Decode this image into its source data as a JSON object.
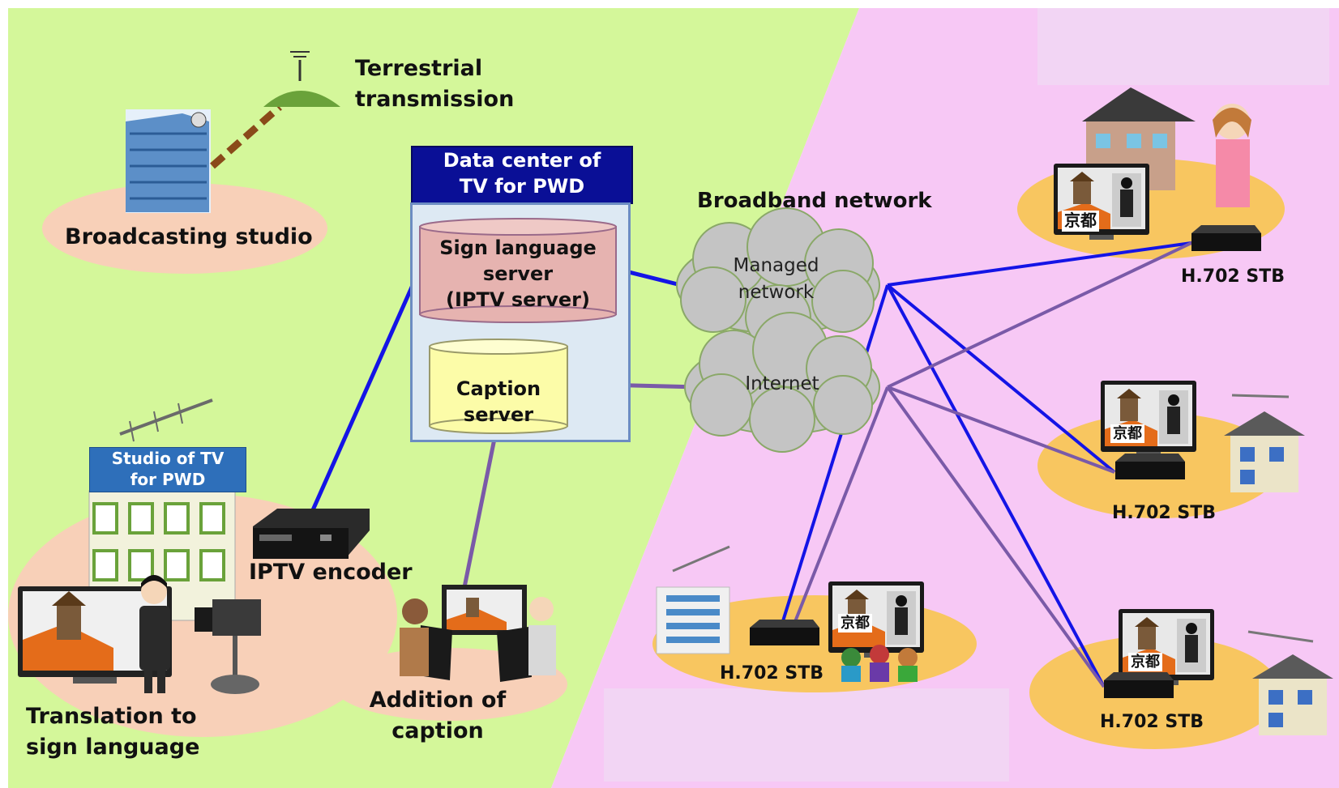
{
  "labels": {
    "terrestrial": [
      "Terrestrial",
      "transmission"
    ],
    "broadcasting_studio": "Broadcasting studio",
    "data_center": [
      "Data center of",
      "TV for PWD"
    ],
    "sign_server": [
      "Sign language",
      "server",
      "(IPTV server)"
    ],
    "caption_server": [
      "Caption",
      "server"
    ],
    "broadband": "Broadband network",
    "managed": [
      "Managed",
      "network"
    ],
    "internet": "Internet",
    "studio_pwd": [
      "Studio of TV",
      "for PWD"
    ],
    "iptv_encoder": "IPTV encoder",
    "translation": [
      "Translation to",
      "sign language"
    ],
    "addition_caption": [
      "Addition of",
      "caption"
    ],
    "stb": "H.702 STB",
    "kyoto": "京都"
  },
  "colors": {
    "left_bg": "#d4f79a",
    "right_bg": "#f7c8f5",
    "blue_link": "#1414e6",
    "purple_link": "#7a5aa8",
    "cloud": "#c4c4c4",
    "oval_orange": "#f8c660",
    "oval_peach": "#f8d0b8",
    "datacenter_header": "#0a0f96"
  }
}
